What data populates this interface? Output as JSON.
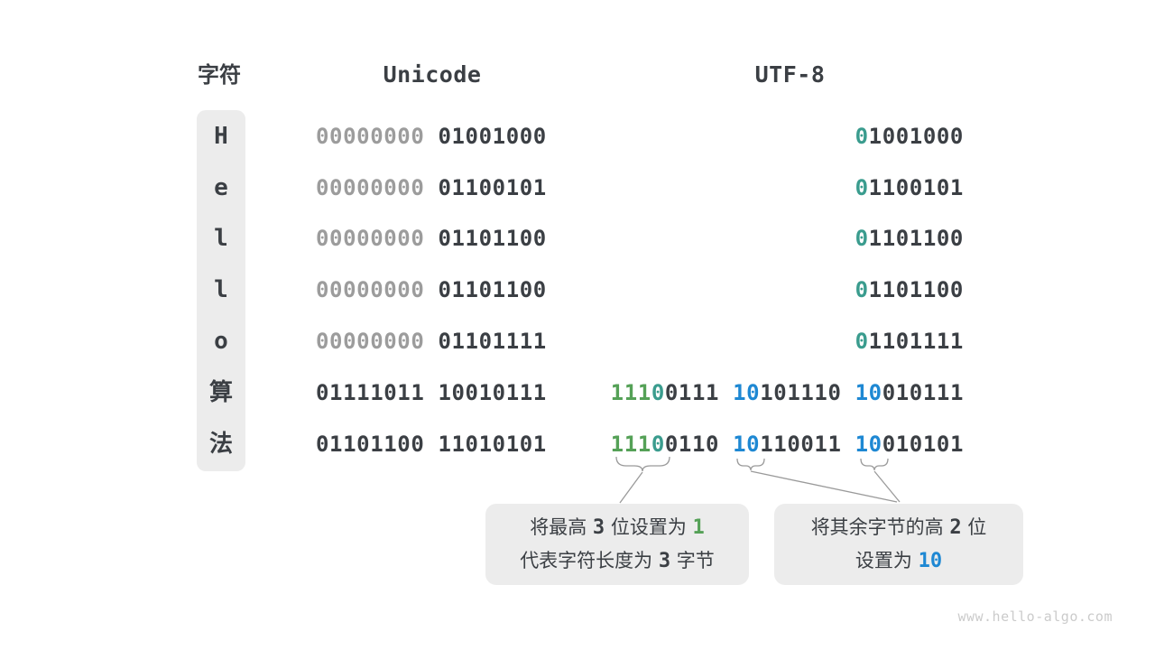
{
  "colors": {
    "dark": "#3B3F44",
    "gray_bit": "#9C9C9C",
    "green": "#55A157",
    "teal": "#3A9C8E",
    "blue": "#1E88D3",
    "box_bg": "#ECECEC"
  },
  "headers": {
    "char": "字符",
    "unicode": "Unicode",
    "utf8": "UTF-8"
  },
  "table": {
    "rows": [
      {
        "char": "H",
        "unicode": [
          {
            "t": "00000000",
            "s": "gray"
          },
          {
            "t": " 01001000",
            "s": "dark"
          }
        ],
        "utf8": [
          {
            "t": "0",
            "s": "teal"
          },
          {
            "t": "1001000",
            "s": "dark"
          }
        ]
      },
      {
        "char": "e",
        "unicode": [
          {
            "t": "00000000",
            "s": "gray"
          },
          {
            "t": " 01100101",
            "s": "dark"
          }
        ],
        "utf8": [
          {
            "t": "0",
            "s": "teal"
          },
          {
            "t": "1100101",
            "s": "dark"
          }
        ]
      },
      {
        "char": "l",
        "unicode": [
          {
            "t": "00000000",
            "s": "gray"
          },
          {
            "t": " 01101100",
            "s": "dark"
          }
        ],
        "utf8": [
          {
            "t": "0",
            "s": "teal"
          },
          {
            "t": "1101100",
            "s": "dark"
          }
        ]
      },
      {
        "char": "l",
        "unicode": [
          {
            "t": "00000000",
            "s": "gray"
          },
          {
            "t": " 01101100",
            "s": "dark"
          }
        ],
        "utf8": [
          {
            "t": "0",
            "s": "teal"
          },
          {
            "t": "1101100",
            "s": "dark"
          }
        ]
      },
      {
        "char": "o",
        "unicode": [
          {
            "t": "00000000",
            "s": "gray"
          },
          {
            "t": " 01101111",
            "s": "dark"
          }
        ],
        "utf8": [
          {
            "t": "0",
            "s": "teal"
          },
          {
            "t": "1101111",
            "s": "dark"
          }
        ]
      },
      {
        "char": "算",
        "unicode": [
          {
            "t": "01111011 10010111",
            "s": "dark"
          }
        ],
        "utf8": [
          {
            "t": "111",
            "s": "green"
          },
          {
            "t": "0",
            "s": "teal"
          },
          {
            "t": "0111 ",
            "s": "dark"
          },
          {
            "t": "10",
            "s": "blue"
          },
          {
            "t": "101110 ",
            "s": "dark"
          },
          {
            "t": "10",
            "s": "blue"
          },
          {
            "t": "010111",
            "s": "dark"
          }
        ]
      },
      {
        "char": "法",
        "unicode": [
          {
            "t": "01101100 11010101",
            "s": "dark"
          }
        ],
        "utf8": [
          {
            "t": "111",
            "s": "green"
          },
          {
            "t": "0",
            "s": "teal"
          },
          {
            "t": "0110 ",
            "s": "dark"
          },
          {
            "t": "10",
            "s": "blue"
          },
          {
            "t": "110011 ",
            "s": "dark"
          },
          {
            "t": "10",
            "s": "blue"
          },
          {
            "t": "010101",
            "s": "dark"
          }
        ]
      }
    ]
  },
  "callouts": [
    {
      "lines": [
        [
          {
            "t": "将最高 ",
            "s": "plain"
          },
          {
            "t": "3",
            "s": "num"
          },
          {
            "t": " 位设置为 ",
            "s": "plain"
          },
          {
            "t": "1",
            "s": "num-green"
          }
        ],
        [
          {
            "t": "代表字符长度为 ",
            "s": "plain"
          },
          {
            "t": "3",
            "s": "num"
          },
          {
            "t": " 字节",
            "s": "plain"
          }
        ]
      ]
    },
    {
      "lines": [
        [
          {
            "t": "将其余字节的高 ",
            "s": "plain"
          },
          {
            "t": "2",
            "s": "num"
          },
          {
            "t": " 位",
            "s": "plain"
          }
        ],
        [
          {
            "t": "设置为 ",
            "s": "plain"
          },
          {
            "t": "10",
            "s": "num-blue"
          }
        ]
      ]
    }
  ],
  "watermark": "www.hello-algo.com"
}
